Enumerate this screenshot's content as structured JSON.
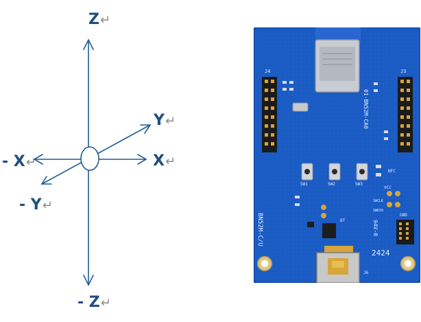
{
  "axes": {
    "z_pos": "Z",
    "z_neg": "- Z",
    "x_pos": "X",
    "x_neg": "- X",
    "y_pos": "Y",
    "y_neg": "- Y",
    "return_mark": "↵"
  },
  "board": {
    "model_text": "BN52M-C/U",
    "module_text": "01-BN52M-CA0",
    "rating_text": "94V-0",
    "date_code": "2424",
    "header_left": "J4",
    "header_right": "J3",
    "switch_1": "SW1",
    "switch_2": "SW2",
    "switch_3": "SW3",
    "bt_label": "BT",
    "gnd_label": "GND",
    "vcc_label": "VCC",
    "swclk_label": "SWCLK",
    "swdio_label": "SWDIO",
    "nfc_label": "NFC",
    "usb_label": "J6",
    "colors": {
      "pcb": "#1a5bc4",
      "pcb_edge": "#0f3f94",
      "silk": "#e8eefc",
      "header": "#1b1b1b",
      "gold": "#d8a53a",
      "module": "#c9ccd3"
    }
  }
}
